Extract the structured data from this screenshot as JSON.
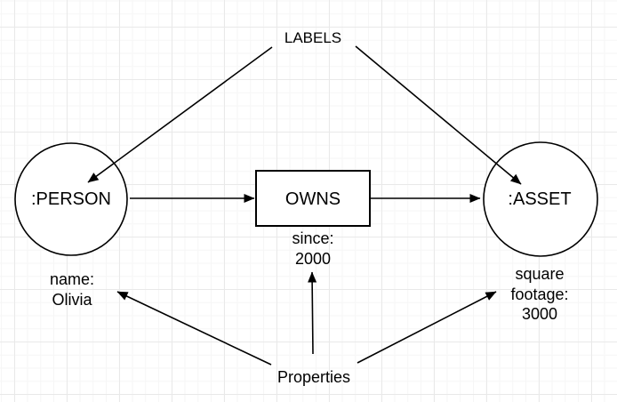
{
  "diagram": {
    "annotations": {
      "labels": "LABELS",
      "properties": "Properties"
    },
    "nodes": {
      "person": {
        "label": ":PERSON"
      },
      "owns": {
        "label": "OWNS"
      },
      "asset": {
        "label": ":ASSET"
      }
    },
    "property_values": {
      "person": {
        "line1": "name:",
        "line2": "Olivia"
      },
      "owns": {
        "line1": "since:",
        "line2": "2000"
      },
      "asset": {
        "line1": "square",
        "line2": "footage:",
        "line3": "3000"
      }
    },
    "colors": {
      "stroke": "#000000",
      "node_fill": "#ffffff",
      "text": "#000000",
      "grid_major": "#e9e9e9",
      "grid_minor": "#f6f6f6",
      "background": "#ffffff"
    }
  }
}
